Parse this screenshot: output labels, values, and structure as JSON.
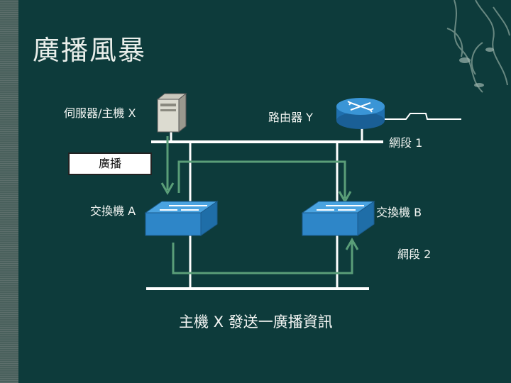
{
  "slide": {
    "title": "廣播風暴",
    "labels": {
      "server": "伺服器/主機 X",
      "router": "路由器 Y",
      "segment1": "網段 1",
      "broadcast": "廣播",
      "switch_a": "交換機 A",
      "switch_b": "交換機 B",
      "segment2": "網段 2"
    },
    "caption": "主機 X 發送一廣播資訊"
  },
  "icons": [
    "server-icon",
    "router-icon",
    "switch-icon",
    "switch-icon"
  ],
  "colors": {
    "background": "#0d3b3b",
    "line": "#ffffff",
    "arrow": "#5a9e78",
    "device_blue": "#2e86c8"
  }
}
